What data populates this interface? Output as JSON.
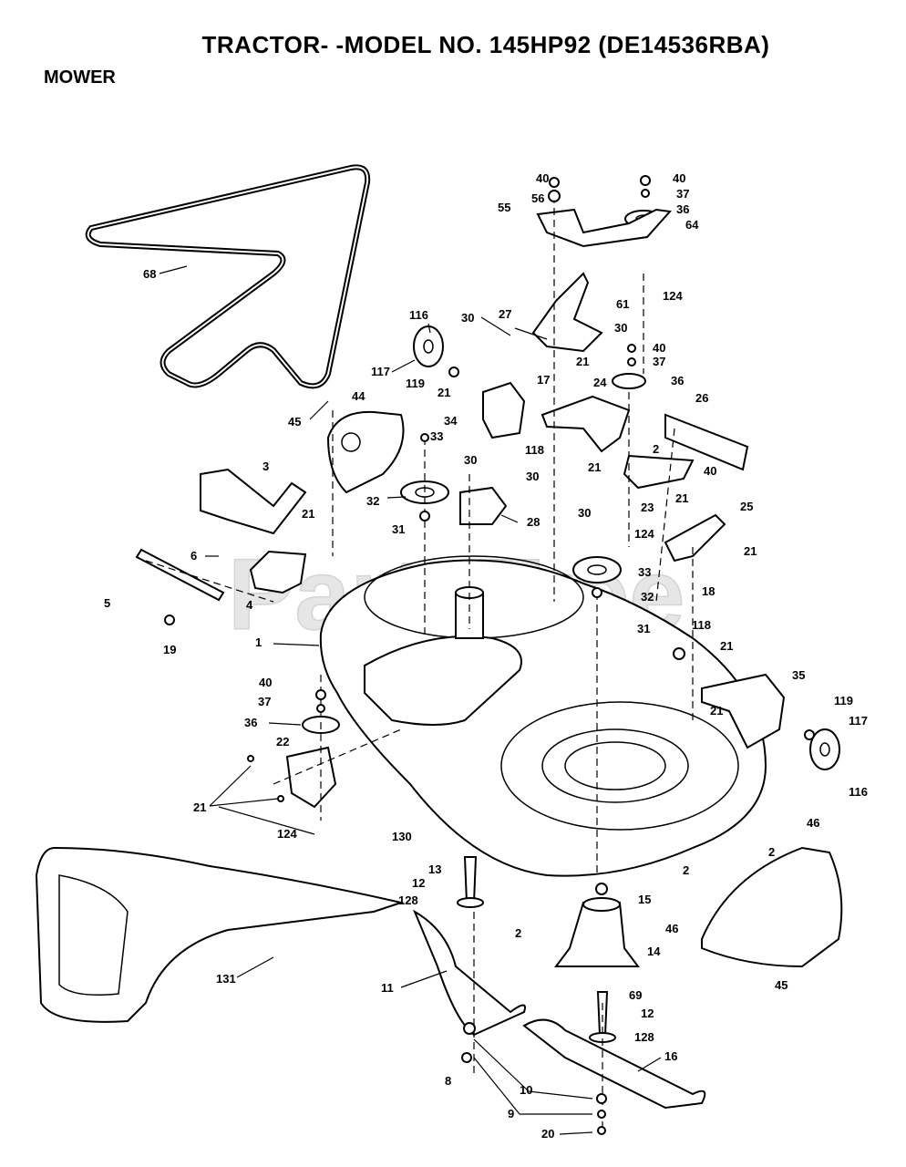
{
  "header": {
    "title": "TRACTOR- -MODEL NO. 145HP92 (DE14536RBA)",
    "section": "MOWER"
  },
  "watermark": "PartsTree",
  "callouts": [
    {
      "text": "40"
    },
    {
      "text": "56"
    },
    {
      "text": "55"
    },
    {
      "text": "40"
    },
    {
      "text": "37"
    },
    {
      "text": "36"
    },
    {
      "text": "64"
    },
    {
      "text": "124"
    },
    {
      "text": "61"
    },
    {
      "text": "68"
    },
    {
      "text": "116"
    },
    {
      "text": "30"
    },
    {
      "text": "27"
    },
    {
      "text": "30"
    },
    {
      "text": "117"
    },
    {
      "text": "119"
    },
    {
      "text": "40"
    },
    {
      "text": "37"
    },
    {
      "text": "21"
    },
    {
      "text": "17"
    },
    {
      "text": "36"
    },
    {
      "text": "21"
    },
    {
      "text": "24"
    },
    {
      "text": "26"
    },
    {
      "text": "45"
    },
    {
      "text": "44"
    },
    {
      "text": "34"
    },
    {
      "text": "118"
    },
    {
      "text": "33"
    },
    {
      "text": "2"
    },
    {
      "text": "3"
    },
    {
      "text": "30"
    },
    {
      "text": "30"
    },
    {
      "text": "21"
    },
    {
      "text": "40"
    },
    {
      "text": "32"
    },
    {
      "text": "23"
    },
    {
      "text": "21"
    },
    {
      "text": "31"
    },
    {
      "text": "28"
    },
    {
      "text": "30"
    },
    {
      "text": "25"
    },
    {
      "text": "21"
    },
    {
      "text": "124"
    },
    {
      "text": "21"
    },
    {
      "text": "6"
    },
    {
      "text": "33"
    },
    {
      "text": "5"
    },
    {
      "text": "4"
    },
    {
      "text": "32"
    },
    {
      "text": "18"
    },
    {
      "text": "31"
    },
    {
      "text": "19"
    },
    {
      "text": "118"
    },
    {
      "text": "1"
    },
    {
      "text": "21"
    },
    {
      "text": "40"
    },
    {
      "text": "35"
    },
    {
      "text": "37"
    },
    {
      "text": "21"
    },
    {
      "text": "119"
    },
    {
      "text": "117"
    },
    {
      "text": "36"
    },
    {
      "text": "22"
    },
    {
      "text": "116"
    },
    {
      "text": "21"
    },
    {
      "text": "124"
    },
    {
      "text": "130"
    },
    {
      "text": "46"
    },
    {
      "text": "2"
    },
    {
      "text": "13"
    },
    {
      "text": "2"
    },
    {
      "text": "12"
    },
    {
      "text": "15"
    },
    {
      "text": "128"
    },
    {
      "text": "2"
    },
    {
      "text": "46"
    },
    {
      "text": "14"
    },
    {
      "text": "131"
    },
    {
      "text": "45"
    },
    {
      "text": "11"
    },
    {
      "text": "69"
    },
    {
      "text": "12"
    },
    {
      "text": "128"
    },
    {
      "text": "16"
    },
    {
      "text": "8"
    },
    {
      "text": "10"
    },
    {
      "text": "9"
    },
    {
      "text": "20"
    }
  ]
}
